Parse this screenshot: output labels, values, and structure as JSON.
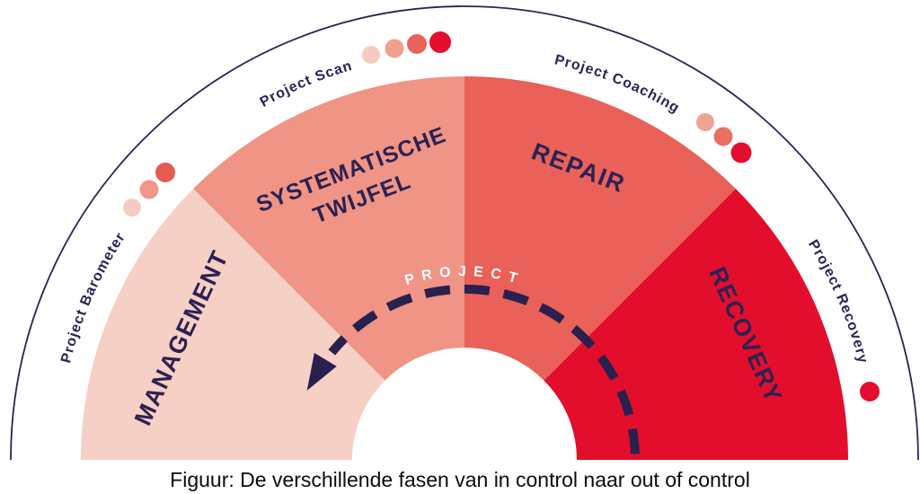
{
  "figure": {
    "caption": "Figuur: De verschillende fasen van in control naar out of control",
    "arrow_label": "PROJECT",
    "phases": [
      {
        "label": "MANAGEMENT",
        "color": "#f7d0c5"
      },
      {
        "label": "SYSTEMATISCHE TWIJFEL",
        "lines": [
          "SYSTEMATISCHE",
          "TWIJFEL"
        ],
        "color": "#f09486"
      },
      {
        "label": "REPAIR",
        "color": "#e96158"
      },
      {
        "label": "RECOVERY",
        "color": "#e30d2c"
      }
    ],
    "ring_labels": [
      {
        "label": "Project Barometer",
        "dot_colors": [
          "#f6cbc0",
          "#f0968a",
          "#e45b51"
        ]
      },
      {
        "label": "Project Scan",
        "dot_colors": [
          "#f6cbc0",
          "#f2a08e",
          "#e8635a",
          "#e30d2d"
        ]
      },
      {
        "label": "Project Coaching",
        "dot_colors": [
          "#f0a294",
          "#ea6e62",
          "#e30d2d"
        ]
      },
      {
        "label": "Project Recovery",
        "dot_colors": [
          "#e30d2d"
        ]
      }
    ],
    "colors": {
      "outline_navy": "#2b2254",
      "arrow_navy": "#29204e",
      "label_navy": "#2b2254",
      "project_text": "#ffffff",
      "caption_text": "#0b0b0b",
      "background": "#ffffff"
    }
  }
}
